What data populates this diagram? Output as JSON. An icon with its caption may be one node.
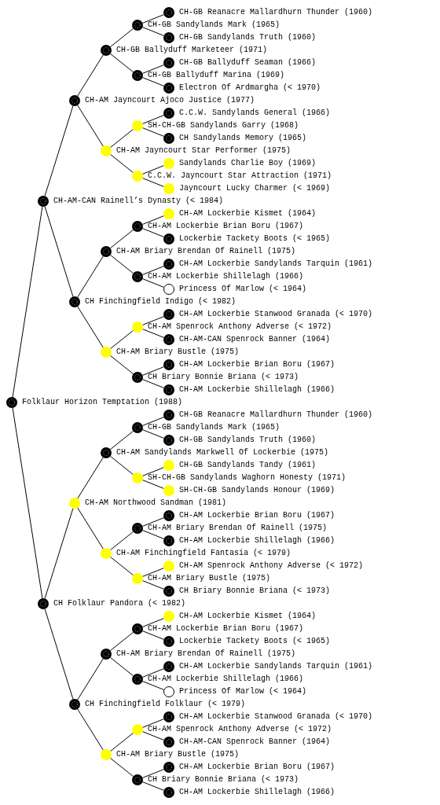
{
  "diagram": {
    "nodes": [
      {
        "text": [
          "CH-GB Reanacre Mallardhurn Thunder (1960)"
        ]
      },
      {
        "text": [
          "CH-GB Sandylands Mark (1965)"
        ]
      },
      {
        "text": [
          "CH-GB Sandylands Truth (1960)"
        ]
      },
      {
        "text": [
          "CH-GB Ballyduff Marketeer (1971)"
        ]
      },
      {
        "text": [
          "CH-GB Ballyduff Seaman (1966)"
        ]
      },
      {
        "text": [
          "CH-GB Ballyduff Marina (1969)"
        ]
      },
      {
        "text": [
          "Electron Of Ardmargha (< 1970)"
        ]
      },
      {
        "text": [
          "CH-AM Jayncourt Ajoco Justice (1977)"
        ]
      },
      {
        "text": [
          "C.C.W. Sandylands General (1966)"
        ]
      },
      {
        "text": [
          "SH-CH-GB Sandylands Garry (1968)"
        ]
      },
      {
        "text": [
          "CH Sandylands Memory (1965)"
        ]
      },
      {
        "text": [
          "CH-AM Jayncourt Star Performer (1975)"
        ]
      },
      {
        "text": [
          "Sandylands Charlie Boy (1969)"
        ]
      },
      {
        "text": [
          "C.C.W. Jayncourt Star Attraction (1971)"
        ]
      },
      {
        "text": [
          "Jayncourt Lucky Charmer (< 1969)"
        ]
      },
      {
        "text": [
          "CH-AM-CAN Rainell’s Dynasty (< 1984)"
        ]
      },
      {
        "text": [
          "CH-AM Lockerbie Kismet (1964)"
        ]
      },
      {
        "text": [
          "CH-AM Lockerbie Brian Boru (1967)"
        ]
      },
      {
        "text": [
          "Lockerbie Tackety Boots (< 1965)"
        ]
      },
      {
        "text": [
          "CH-AM Briary Brendan Of Rainell (1975)"
        ]
      },
      {
        "text": [
          "CH-AM Lockerbie Sandylands Tarquin (1961)"
        ]
      },
      {
        "text": [
          "CH-AM Lockerbie Shillelagh (1966)"
        ]
      },
      {
        "text": [
          "Princess Of Marlow (< 1964)"
        ]
      },
      {
        "text": [
          "CH Finchingfield Indigo (< 1982)"
        ]
      },
      {
        "text": [
          "CH-AM Lockerbie Stanwood Granada (< 1970)"
        ]
      },
      {
        "text": [
          "CH-AM Spenrock Anthony Adverse (< 1972)"
        ]
      },
      {
        "text": [
          "CH-AM-CAN Spenrock Banner (1964)"
        ]
      },
      {
        "text": [
          "CH-AM Briary Bustle (1975)"
        ]
      },
      {
        "text": [
          "CH-AM Lockerbie Brian Boru (1967)"
        ]
      },
      {
        "text": [
          "CH Briary Bonnie Briana (< 1973)"
        ]
      },
      {
        "text": [
          "CH-AM Lockerbie Shillelagh (1966)"
        ]
      },
      {
        "text": [
          "Folklaur Horizon Temptation (1988)"
        ]
      },
      {
        "text": [
          "CH-GB Reanacre Mallardhurn Thunder (1960)"
        ]
      },
      {
        "text": [
          "CH-GB Sandylands Mark (1965)"
        ]
      },
      {
        "text": [
          "CH-GB Sandylands Truth (1960)"
        ]
      },
      {
        "text": [
          "CH-AM Sandylands Markwell Of Lockerbie (1975)"
        ]
      },
      {
        "text": [
          "CH-GB Sandylands Tandy (1961)"
        ]
      },
      {
        "text": [
          "SH-CH-GB Sandylands Waghorn Honesty (1971)"
        ]
      },
      {
        "text": [
          "SH-CH-GB Sandylands Honour (1969)"
        ]
      },
      {
        "text": [
          "CH-AM Northwood Sandman (1981)"
        ]
      },
      {
        "text": [
          "CH-AM Lockerbie Brian Boru (1967)"
        ]
      },
      {
        "text": [
          "CH-AM Briary Brendan Of Rainell (1975)"
        ]
      },
      {
        "text": [
          "CH-AM Lockerbie Shillelagh (1966)"
        ]
      },
      {
        "text": [
          "CH-AM Finchingfield Fantasia (< 1979)"
        ]
      },
      {
        "text": [
          "CH-AM Spenrock Anthony Adverse (< 1972)"
        ]
      },
      {
        "text": [
          "CH-AM Briary Bustle (1975)"
        ]
      },
      {
        "text": [
          "CH Briary Bonnie Briana (< 1973)"
        ]
      },
      {
        "text": [
          "CH Folklaur Pandora (< 1982)"
        ]
      },
      {
        "text": [
          "CH-AM Lockerbie Kismet (1964)"
        ]
      },
      {
        "text": [
          "CH-AM Lockerbie Brian Boru (1967)"
        ]
      },
      {
        "text": [
          "Lockerbie Tackety Boots (< 1965)"
        ]
      },
      {
        "text": [
          "CH-AM Briary Brendan Of Rainell (1975)"
        ]
      },
      {
        "text": [
          "CH-AM Lockerbie Sandylands Tarquin (1961)"
        ]
      },
      {
        "text": [
          "CH-AM Lockerbie Shillelagh (1966)"
        ]
      },
      {
        "text": [
          "Princess Of Marlow (< 1964)"
        ]
      },
      {
        "text": [
          "CH Finchingfield Folklaur (< 1979)"
        ]
      },
      {
        "text": [
          "CH-AM Lockerbie Stanwood Granada (< 1970)"
        ]
      },
      {
        "text": [
          "CH-AM Spenrock Anthony Adverse (< 1972)"
        ]
      },
      {
        "text": [
          "CH-AM-CAN Spenrock Banner (1964)"
        ]
      },
      {
        "text": [
          "CH-AM Briary Bustle (1975)"
        ]
      },
      {
        "text": [
          "CH-AM Lockerbie Brian Boru (1967)"
        ]
      },
      {
        "text": [
          "CH Briary Bonnie Briana (< 1973)"
        ]
      },
      {
        "text": [
          "CH-AM Lockerbie Shillelagh (1966)"
        ]
      }
    ],
    "edges": [
      {
        "from": 31,
        "to": 15,
        "arrow": "none"
      },
      {
        "from": 31,
        "to": 47,
        "arrow": "none"
      },
      {
        "from": 15,
        "to": 7,
        "arrow": "none"
      },
      {
        "from": 15,
        "to": 23,
        "arrow": "none"
      },
      {
        "from": 47,
        "to": 39,
        "arrow": "none"
      },
      {
        "from": 47,
        "to": 55,
        "arrow": "none"
      },
      {
        "from": 7,
        "to": 3,
        "arrow": "none"
      },
      {
        "from": 7,
        "to": 11,
        "arrow": "none"
      },
      {
        "from": 23,
        "to": 19,
        "arrow": "none"
      },
      {
        "from": 23,
        "to": 27,
        "arrow": "none"
      },
      {
        "from": 39,
        "to": 35,
        "arrow": "none"
      },
      {
        "from": 39,
        "to": 43,
        "arrow": "none"
      },
      {
        "from": 55,
        "to": 51,
        "arrow": "none"
      },
      {
        "from": 55,
        "to": 59,
        "arrow": "none"
      },
      {
        "from": 3,
        "to": 1,
        "arrow": "none"
      },
      {
        "from": 3,
        "to": 5,
        "arrow": "none"
      },
      {
        "from": 11,
        "to": 9,
        "arrow": "none"
      },
      {
        "from": 11,
        "to": 13,
        "arrow": "none"
      },
      {
        "from": 19,
        "to": 17,
        "arrow": "none"
      },
      {
        "from": 19,
        "to": 21,
        "arrow": "none"
      },
      {
        "from": 27,
        "to": 25,
        "arrow": "none"
      },
      {
        "from": 27,
        "to": 29,
        "arrow": "none"
      },
      {
        "from": 35,
        "to": 33,
        "arrow": "none"
      },
      {
        "from": 35,
        "to": 37,
        "arrow": "none"
      },
      {
        "from": 43,
        "to": 41,
        "arrow": "none"
      },
      {
        "from": 43,
        "to": 45,
        "arrow": "none"
      },
      {
        "from": 51,
        "to": 49,
        "arrow": "none"
      },
      {
        "from": 51,
        "to": 53,
        "arrow": "none"
      },
      {
        "from": 59,
        "to": 57,
        "arrow": "none"
      },
      {
        "from": 59,
        "to": 61,
        "arrow": "none"
      },
      {
        "from": 1,
        "to": 0,
        "arrow": "none"
      },
      {
        "from": 1,
        "to": 2,
        "arrow": "none"
      },
      {
        "from": 5,
        "to": 4,
        "arrow": "none"
      },
      {
        "from": 5,
        "to": 6,
        "arrow": "none"
      },
      {
        "from": 9,
        "to": 8,
        "arrow": "none"
      },
      {
        "from": 9,
        "to": 10,
        "arrow": "none"
      },
      {
        "from": 13,
        "to": 12,
        "arrow": "none"
      },
      {
        "from": 13,
        "to": 14,
        "arrow": "none"
      },
      {
        "from": 17,
        "to": 16,
        "arrow": "none"
      },
      {
        "from": 17,
        "to": 18,
        "arrow": "none"
      },
      {
        "from": 21,
        "to": 20,
        "arrow": "none"
      },
      {
        "from": 21,
        "to": 22,
        "arrow": "none"
      },
      {
        "from": 25,
        "to": 24,
        "arrow": "none"
      },
      {
        "from": 25,
        "to": 26,
        "arrow": "none"
      },
      {
        "from": 29,
        "to": 28,
        "arrow": "none"
      },
      {
        "from": 29,
        "to": 30,
        "arrow": "none"
      },
      {
        "from": 33,
        "to": 32,
        "arrow": "none"
      },
      {
        "from": 33,
        "to": 34,
        "arrow": "none"
      },
      {
        "from": 37,
        "to": 36,
        "arrow": "none"
      },
      {
        "from": 37,
        "to": 38,
        "arrow": "none"
      },
      {
        "from": 41,
        "to": 40,
        "arrow": "none"
      },
      {
        "from": 41,
        "to": 42,
        "arrow": "none"
      },
      {
        "from": 45,
        "to": 44,
        "arrow": "none"
      },
      {
        "from": 45,
        "to": 46,
        "arrow": "none"
      },
      {
        "from": 49,
        "to": 48,
        "arrow": "none"
      },
      {
        "from": 49,
        "to": 50,
        "arrow": "none"
      },
      {
        "from": 53,
        "to": 52,
        "arrow": "none"
      },
      {
        "from": 53,
        "to": 54,
        "arrow": "none"
      },
      {
        "from": 57,
        "to": 56,
        "arrow": "none"
      },
      {
        "from": 57,
        "to": 58,
        "arrow": "none"
      },
      {
        "from": 61,
        "to": 60,
        "arrow": "none"
      },
      {
        "from": 61,
        "to": 62,
        "arrow": "none"
      }
    ]
  }
}
